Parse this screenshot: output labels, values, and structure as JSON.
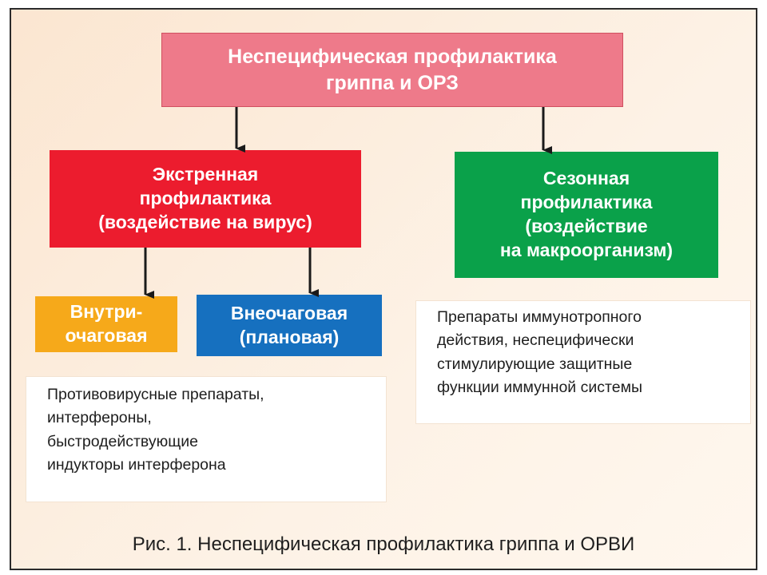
{
  "diagram": {
    "root": "Неспецифическая профилактика\nгриппа и ОРЗ",
    "emergency": "Экстренная\nпрофилактика\n(воздействие на вирус)",
    "seasonal": "Сезонная\nпрофилактика\n(воздействие\nна макроорганизм)",
    "intra": "Внутри-\nочаговая",
    "extra": "Внеочаговая\n(плановая)",
    "antiviral_text": "Противовирусные препараты,\nинтерфероны,\nбыстродействующие\nиндукторы интерферона",
    "immuno_text": "Препараты иммунотропного\nдействия, неспецифически\nстимулирующие защитные\nфункции иммунной системы",
    "caption": "Рис. 1. Неспецифическая профилактика гриппа и ОРВИ",
    "colors": {
      "root": "#ee7a8a",
      "emergency": "#ec1c2e",
      "seasonal": "#0aa14a",
      "intra": "#f6a91a",
      "extra": "#1670bf",
      "arrow": "#1a1a1a"
    }
  }
}
